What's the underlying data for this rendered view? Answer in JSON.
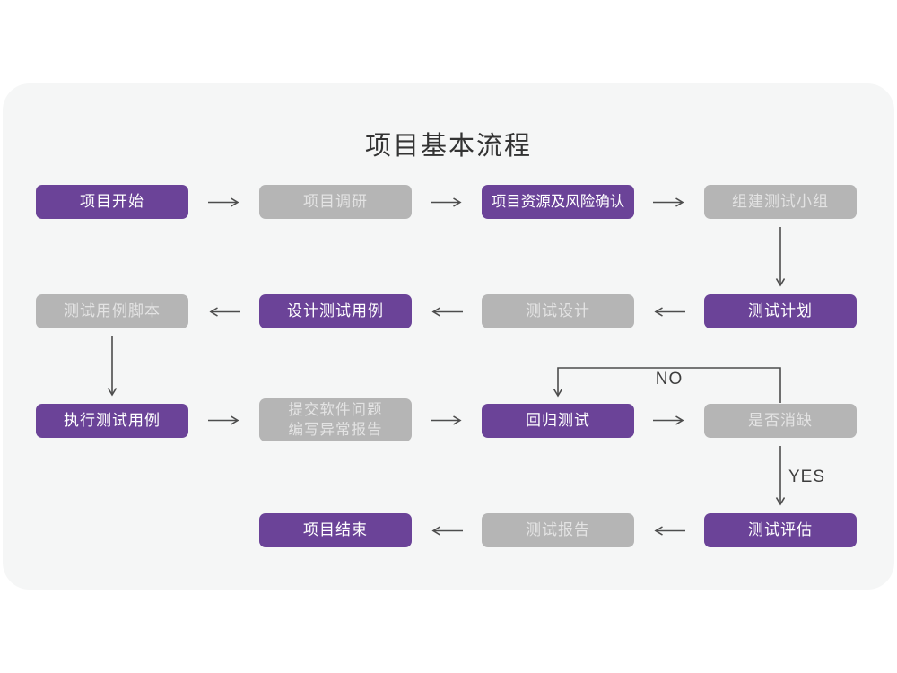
{
  "title": "项目基本流程",
  "colors": {
    "accent_purple": "#6b4398",
    "node_gray": "#b5b5b5",
    "node_text_on_purple": "#ffffff",
    "node_text_on_gray": "#e3e3e3",
    "arrow": "#4d4d4d",
    "card_background": "#f5f6f6",
    "page_background": "#ffffff",
    "edge_label_text": "#3d3d3d",
    "title_text": "#333333"
  },
  "nodes": [
    {
      "id": "project-start",
      "label": "项目开始",
      "variant": "purple"
    },
    {
      "id": "project-research",
      "label": "项目调研",
      "variant": "gray"
    },
    {
      "id": "resource-risk-confirm",
      "label": "项目资源及风险确认",
      "variant": "purple"
    },
    {
      "id": "build-test-team",
      "label": "组建测试小组",
      "variant": "gray"
    },
    {
      "id": "test-plan",
      "label": "测试计划",
      "variant": "purple"
    },
    {
      "id": "test-design",
      "label": "测试设计",
      "variant": "gray"
    },
    {
      "id": "design-test-case",
      "label": "设计测试用例",
      "variant": "purple"
    },
    {
      "id": "test-case-script",
      "label": "测试用例脚本",
      "variant": "gray"
    },
    {
      "id": "execute-test-case",
      "label": "执行测试用例",
      "variant": "purple"
    },
    {
      "id": "submit-issue-report",
      "label": "提交软件问题",
      "label2": "编写异常报告",
      "variant": "gray"
    },
    {
      "id": "regression-test",
      "label": "回归测试",
      "variant": "purple"
    },
    {
      "id": "defect-eliminated",
      "label": "是否消缺",
      "variant": "gray"
    },
    {
      "id": "test-evaluation",
      "label": "测试评估",
      "variant": "purple"
    },
    {
      "id": "test-report",
      "label": "测试报告",
      "variant": "gray"
    },
    {
      "id": "project-end",
      "label": "项目结束",
      "variant": "purple"
    }
  ],
  "edge_labels": {
    "no": "NO",
    "yes": "YES"
  }
}
